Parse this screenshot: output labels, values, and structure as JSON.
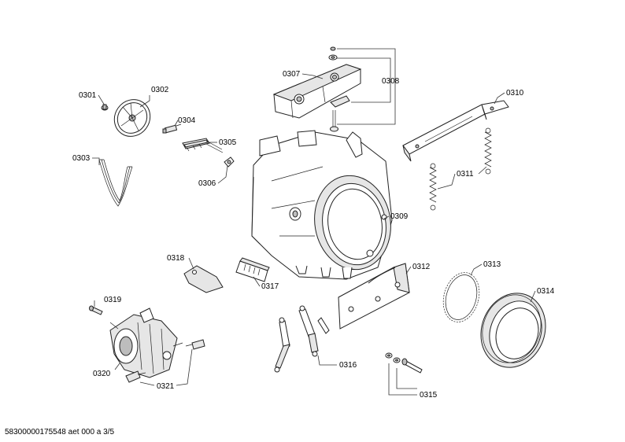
{
  "labels": {
    "p0301": "0301",
    "p0302": "0302",
    "p0303": "0303",
    "p0304": "0304",
    "p0305": "0305",
    "p0306": "0306",
    "p0307": "0307",
    "p0308": "0308",
    "p0309": "0309",
    "p0310": "0310",
    "p0311": "0311",
    "p0312": "0312",
    "p0313": "0313",
    "p0314": "0314",
    "p0315": "0315",
    "p0316": "0316",
    "p0317": "0317",
    "p0318": "0318",
    "p0319": "0319",
    "p0320": "0320",
    "p0321": "0321"
  },
  "footer": "58300000175548 aet 000 a 3/5"
}
